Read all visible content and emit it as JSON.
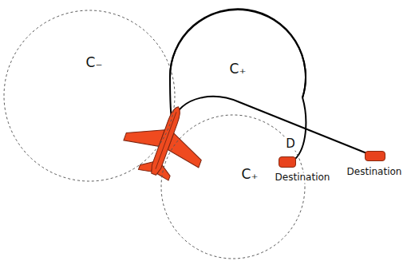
{
  "diagram": {
    "nodes": [
      {
        "text": [
          "C₋"
        ]
      },
      {
        "text": [
          "C₊"
        ]
      },
      {
        "text": [
          "C₊"
        ]
      },
      {
        "text": [
          "D",
          "Destination"
        ]
      },
      {
        "text": [
          "Destination"
        ]
      }
    ]
  }
}
